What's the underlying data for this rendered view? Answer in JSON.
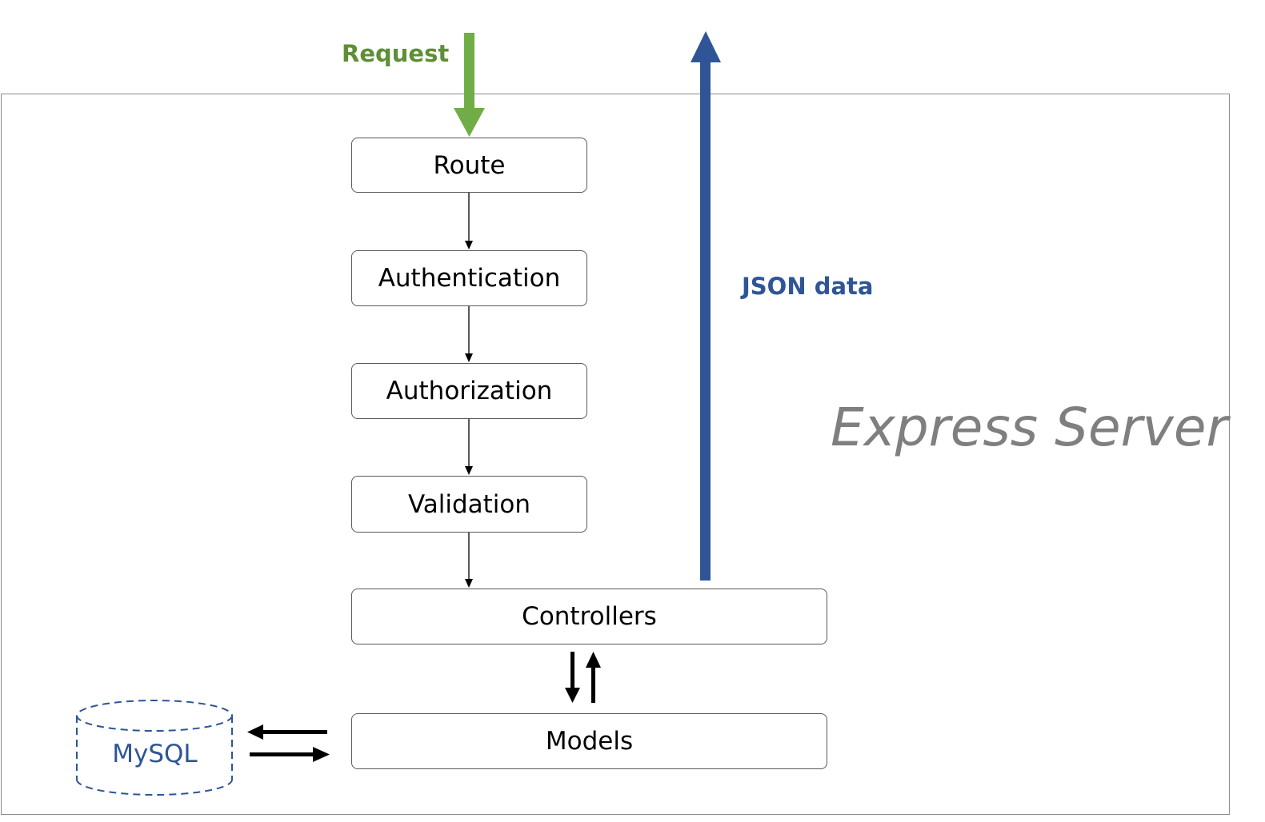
{
  "diagram": {
    "request_label": "Request",
    "response_label": "JSON data",
    "container_label": "Express Server",
    "database_label": "MySQL",
    "nodes": {
      "route": "Route",
      "authentication": "Authentication",
      "authorization": "Authorization",
      "validation": "Validation",
      "controllers": "Controllers",
      "models": "Models"
    },
    "colors": {
      "request": "#70ad47",
      "response": "#2f5597",
      "container_border": "#8c8c8c",
      "container_label": "#7f7f7f",
      "database": "#2f5597",
      "box_border": "#595959"
    }
  }
}
